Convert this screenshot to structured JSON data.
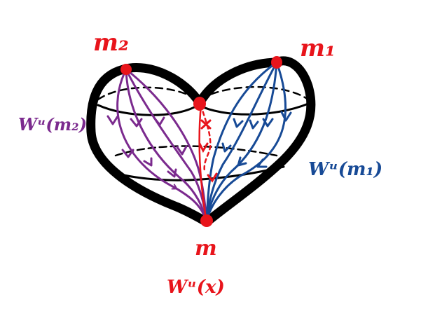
{
  "colors": {
    "outline": "#000000",
    "point": "#e8141b",
    "purple": "#7b2a8e",
    "blue": "#174a96",
    "red": "#e8141b",
    "background": "#ffffff"
  },
  "labels": {
    "m1": "m₁",
    "m2": "m₂",
    "m": "m",
    "wu_m2": "Wᵘ(m₂)",
    "wu_m1": "Wᵘ(m₁)",
    "wu_x": "Wᵘ(x)"
  }
}
